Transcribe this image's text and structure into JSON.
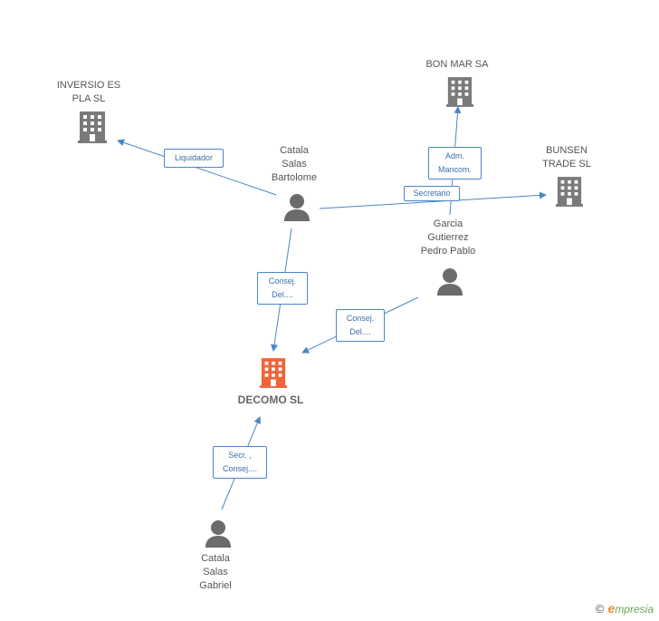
{
  "nodes": {
    "inversio": {
      "lines": [
        "INVERSIO ES",
        "PLA SL"
      ]
    },
    "bonmar": {
      "lines": [
        "BON MAR SA"
      ]
    },
    "bunsen": {
      "lines": [
        "BUNSEN",
        "TRADE SL"
      ]
    },
    "decomo": {
      "lines": [
        "DECOMO SL"
      ]
    },
    "bartolome": {
      "lines": [
        "Catala",
        "Salas",
        "Bartolome"
      ]
    },
    "pedro": {
      "lines": [
        "Garcia",
        "Gutierrez",
        "Pedro Pablo"
      ]
    },
    "gabriel": {
      "lines": [
        "Catala",
        "Salas",
        "Gabriel"
      ]
    }
  },
  "edges": {
    "liquidador": {
      "lines": [
        "Liquidador"
      ]
    },
    "adm": {
      "lines": [
        "Adm.",
        "Mancom."
      ]
    },
    "secretario": {
      "lines": [
        "Secretario"
      ]
    },
    "consej1": {
      "lines": [
        "Consej.",
        "Del...."
      ]
    },
    "consej2": {
      "lines": [
        "Consej.",
        "Del...."
      ]
    },
    "secr": {
      "lines": [
        "Secr. ,",
        "Consej...."
      ]
    }
  },
  "colors": {
    "building": "#7a7a7a",
    "main_building": "#f0643a",
    "person": "#6b6b6b",
    "edge": "#4a86c8"
  },
  "watermark": {
    "copyright": "©",
    "brand_initial": "e",
    "brand_rest": "mpresia"
  }
}
